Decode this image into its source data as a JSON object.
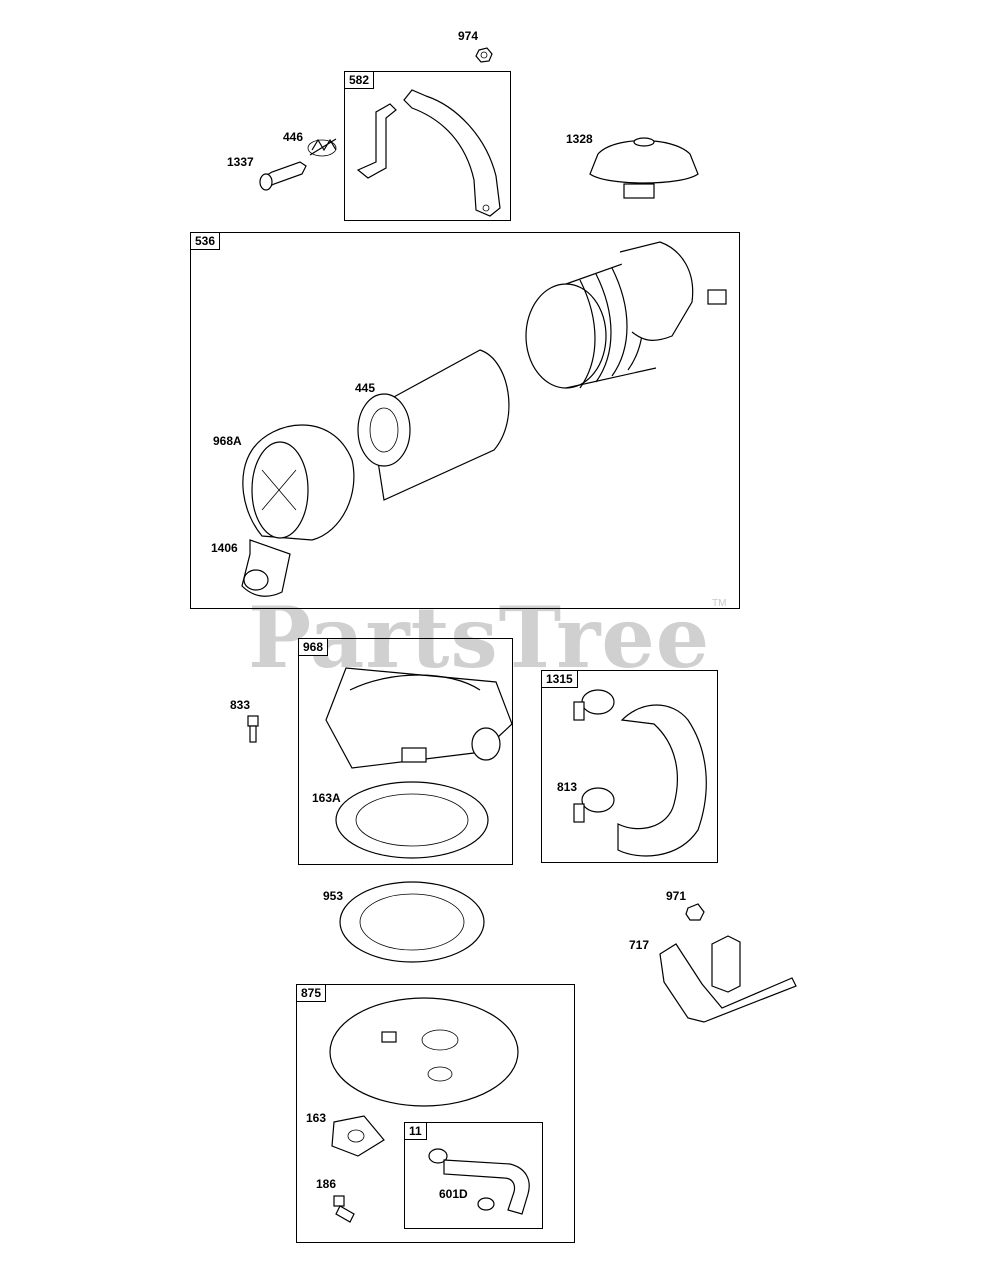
{
  "watermark": {
    "text": "PartsTree",
    "trademark": "TM"
  },
  "boxes": {
    "b582": "582",
    "b536": "536",
    "b968": "968",
    "b1315": "1315",
    "b875": "875",
    "b11": "11"
  },
  "labels": {
    "p974": "974",
    "p446": "446",
    "p1337": "1337",
    "p1328": "1328",
    "p445": "445",
    "p968A": "968A",
    "p1406": "1406",
    "p833": "833",
    "p163A": "163A",
    "p813": "813",
    "p953": "953",
    "p971": "971",
    "p717": "717",
    "p163": "163",
    "p186": "186",
    "p601D": "601D"
  }
}
